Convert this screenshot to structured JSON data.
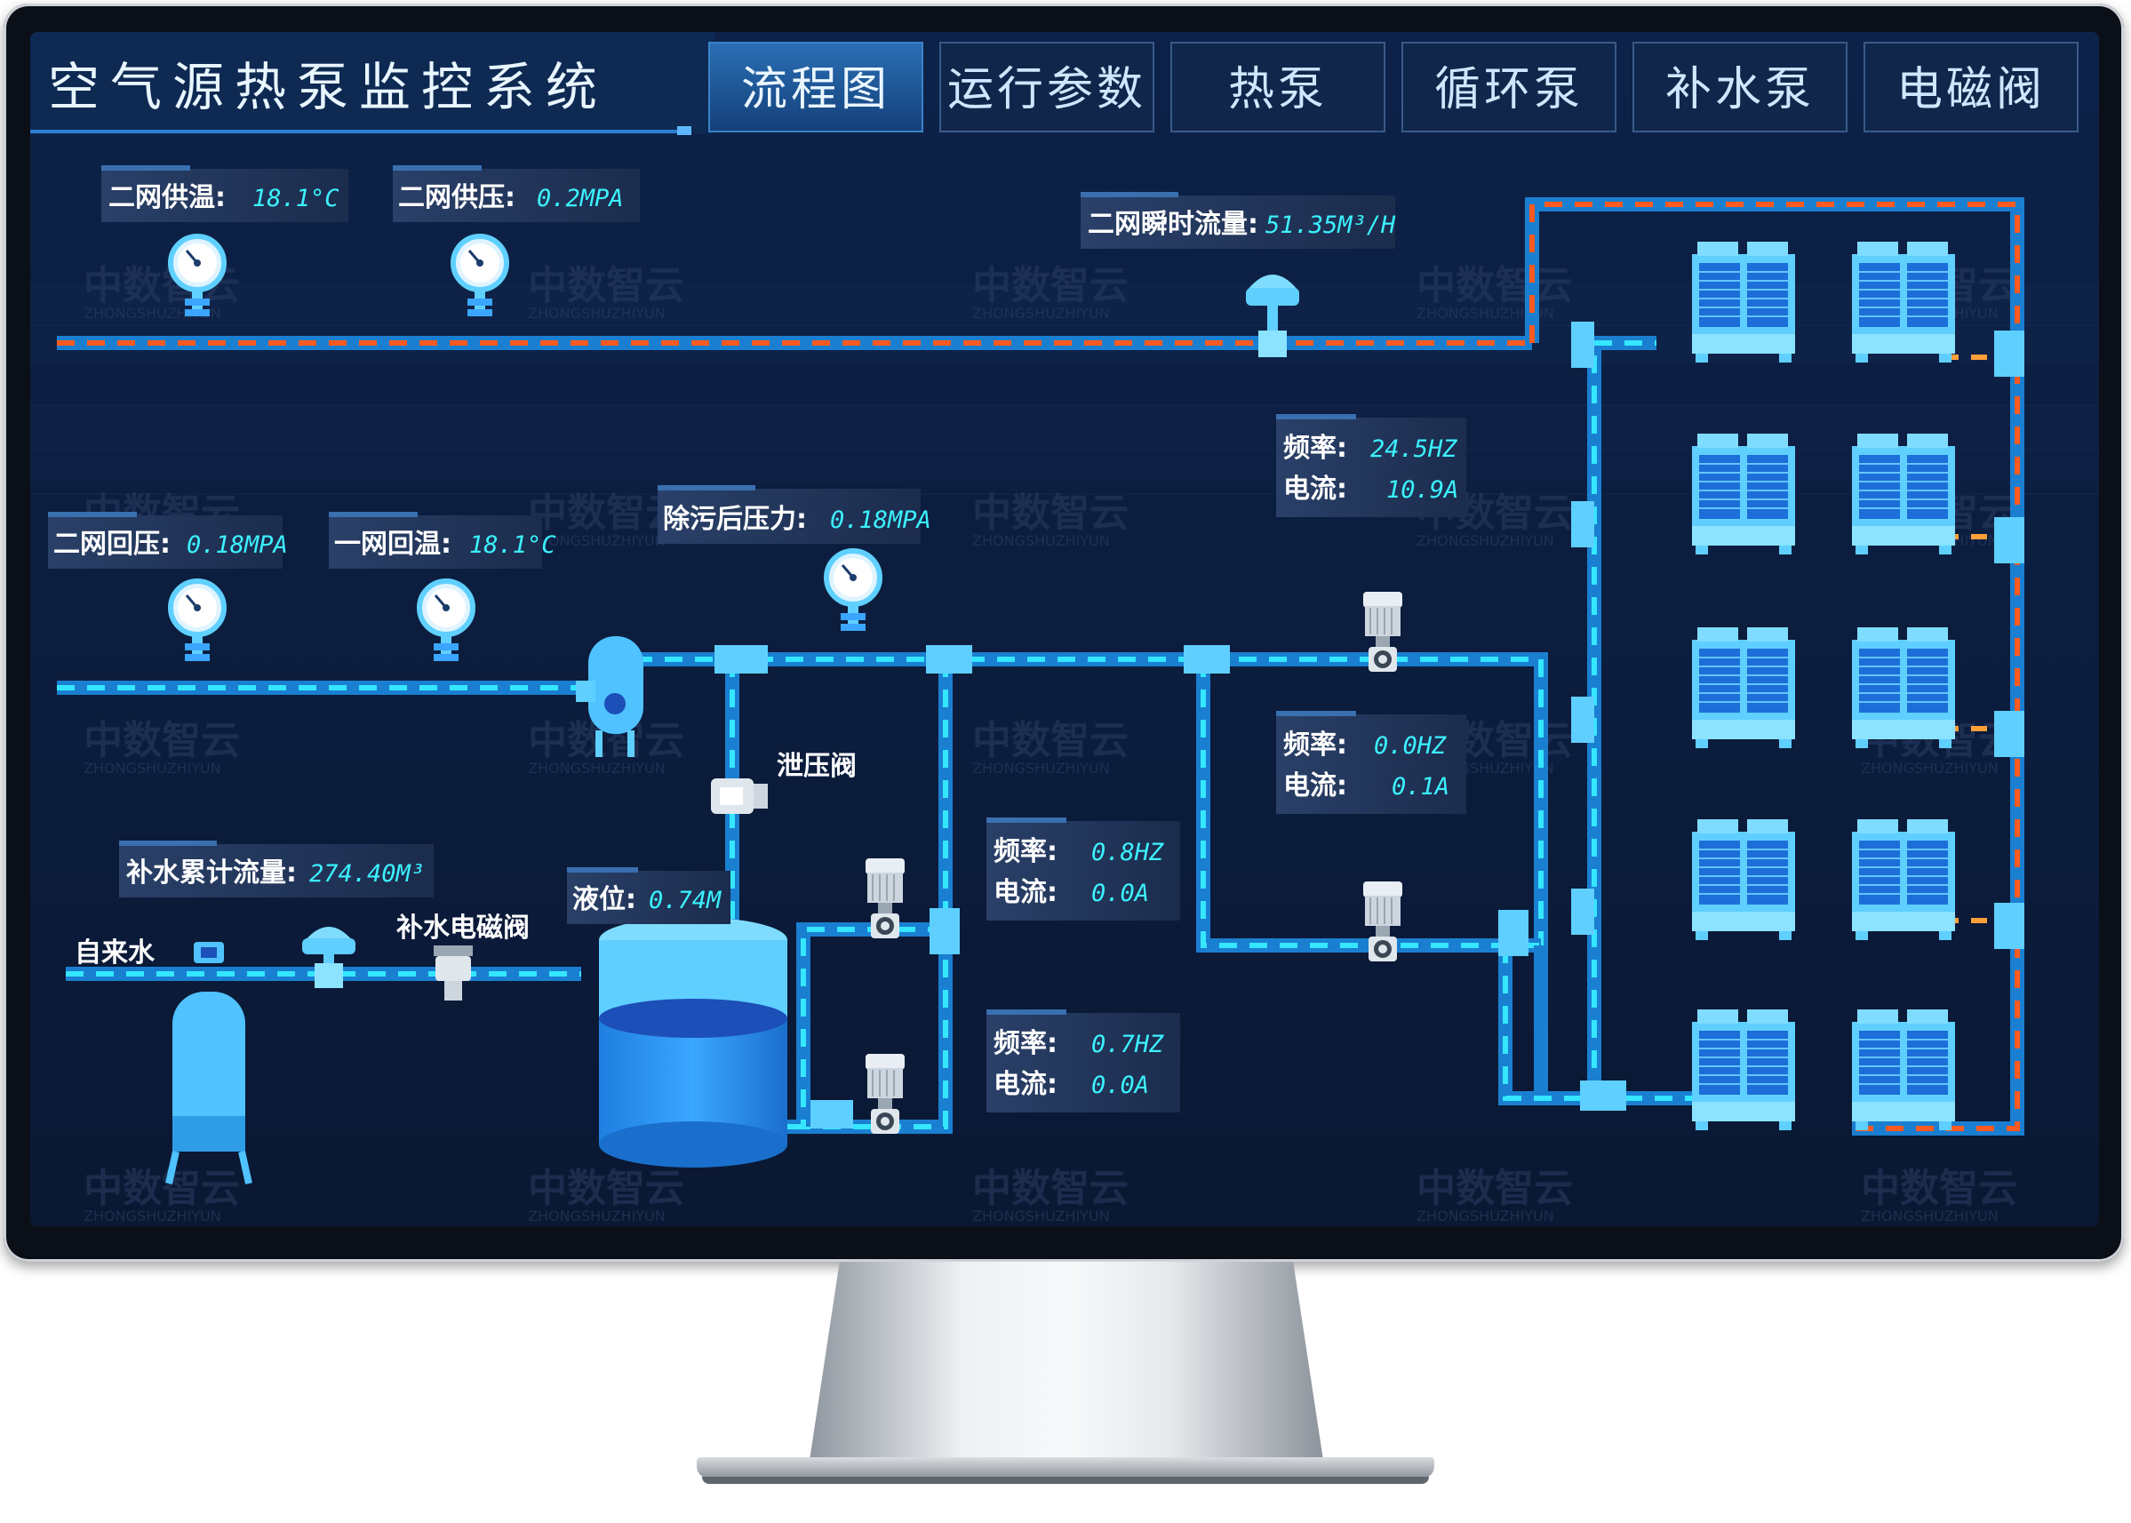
{
  "app": {
    "title": "空气源热泵监控系统"
  },
  "nav": {
    "tabs": [
      {
        "label": "流程图",
        "active": true
      },
      {
        "label": "运行参数",
        "active": false
      },
      {
        "label": "热泵",
        "active": false
      },
      {
        "label": "循环泵",
        "active": false
      },
      {
        "label": "补水泵",
        "active": false
      },
      {
        "label": "电磁阀",
        "active": false
      }
    ]
  },
  "readings": {
    "secondary_supply_temp": {
      "label": "二网供温:",
      "value": "18.1°C"
    },
    "secondary_supply_pressure": {
      "label": "二网供压:",
      "value": "0.2MPA"
    },
    "secondary_instant_flow": {
      "label": "二网瞬时流量:",
      "value": "51.35M³/H"
    },
    "secondary_return_pressure": {
      "label": "二网回压:",
      "value": "0.18MPA"
    },
    "primary_return_temp": {
      "label": "一网回温:",
      "value": "18.1°C"
    },
    "post_filter_pressure": {
      "label": "除污后压力:",
      "value": "0.18MPA"
    },
    "makeup_total_flow": {
      "label": "补水累计流量:",
      "value": "274.40M³"
    },
    "liquid_level": {
      "label": "液位:",
      "value": "0.74M"
    }
  },
  "pumps": {
    "circ_pump_1": {
      "freq_label": "频率:",
      "freq": "24.5HZ",
      "current_label": "电流:",
      "current": "10.9A"
    },
    "circ_pump_2": {
      "freq_label": "频率:",
      "freq": "0.0HZ",
      "current_label": "电流:",
      "current": "0.1A"
    },
    "makeup_pump_1": {
      "freq_label": "频率:",
      "freq": "0.8HZ",
      "current_label": "电流:",
      "current": "0.0A"
    },
    "makeup_pump_2": {
      "freq_label": "频率:",
      "freq": "0.7HZ",
      "current_label": "电流:",
      "current": "0.0A"
    }
  },
  "labels": {
    "relief_valve": "泄压阀",
    "makeup_solenoid": "补水电磁阀",
    "tap_water": "自来水"
  },
  "watermark": {
    "text": "中数智云",
    "sub": "ZHONGSHUZHIYUN"
  },
  "colors": {
    "background": "#0b1b3a",
    "pipe_blue": "#1a7fd1",
    "pipe_dash_cyan": "#35e6ff",
    "pipe_hot_orange": "#ff5a1f",
    "value_cyan": "#3cf2ff",
    "equipment_light": "#5fd0ff"
  }
}
